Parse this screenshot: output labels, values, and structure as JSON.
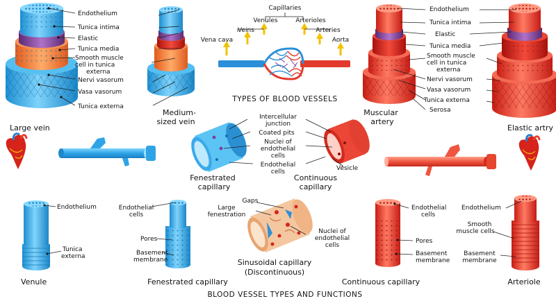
{
  "colors": {
    "vein": "#3fb4ef",
    "vein_dark": "#1d8fd0",
    "artery": "#ee3b2e",
    "artery_dark": "#c21f18",
    "media_vein": "#f07b3a",
    "elastic": "#7c3f8f",
    "arrow": "#f2c200"
  },
  "large_vein": {
    "caption": "Large vein",
    "labels": [
      "Endothelium",
      "Tunica intima",
      "Elastic",
      "Tunica media",
      "Smooth muscle",
      "cell in tunica",
      "externa",
      "Nervi vasorum",
      "Vasa vasorum",
      "Tunica externa"
    ]
  },
  "medium_vein": {
    "caption_line1": "Medium-",
    "caption_line2": "sized vein"
  },
  "types_panel": {
    "title": "TYPES OF BLOOD VESSELS",
    "labels": [
      "Capillaries",
      "Venules",
      "Arterioles",
      "Veins",
      "Arteries",
      "Vena cava",
      "Aorta"
    ]
  },
  "muscular_artery": {
    "caption_line1": "Muscular",
    "caption_line2": "artery"
  },
  "elastic_artery": {
    "caption": "Elastic artry",
    "labels": [
      "Endothelium",
      "Tunica intima",
      "Elastic",
      "Tunica media",
      "Smooth muscle",
      "cell in tunica",
      "externa",
      "Nervi vasorum",
      "Vasa vasorum",
      "Tunica externa",
      "Serosa"
    ]
  },
  "middle": {
    "fenestrated_caption_line1": "Fenestrated",
    "fenestrated_caption_line2": "capillary",
    "continuous_caption_line1": "Continuous",
    "continuous_caption_line2": "capillary",
    "labels": [
      "Intercellular",
      "junction",
      "Coated pits",
      "Nuclei of",
      "endothelial",
      "cells",
      "Endothelial",
      "cells",
      "Vesicle"
    ]
  },
  "venule": {
    "caption": "Venule",
    "labels": [
      "Endothelium",
      "Tunica",
      "externa"
    ]
  },
  "fenestrated_bottom": {
    "caption": "Fenestrated capillary",
    "labels": [
      "Endothelial",
      "cells",
      "Pores",
      "Basement",
      "membrane"
    ]
  },
  "sinusoidal": {
    "caption_line1": "Sinusoidal capillary",
    "caption_line2": "(Discontinuous)",
    "labels": [
      "Gaps",
      "Large",
      "fenestration",
      "Nuclei of",
      "endothelial",
      "cells"
    ]
  },
  "continuous_bottom": {
    "caption": "Continuous capillary",
    "labels": [
      "Endothelial",
      "cells",
      "Pores",
      "Basement",
      "membrane"
    ]
  },
  "arteriole": {
    "caption": "Arteriole",
    "labels": [
      "Endothelium",
      "Smooth",
      "muscle cells",
      "Basement",
      "membrane"
    ]
  },
  "footer": {
    "title": "BLOOD VESSEL TYPES   AND FUNCTIONS"
  }
}
